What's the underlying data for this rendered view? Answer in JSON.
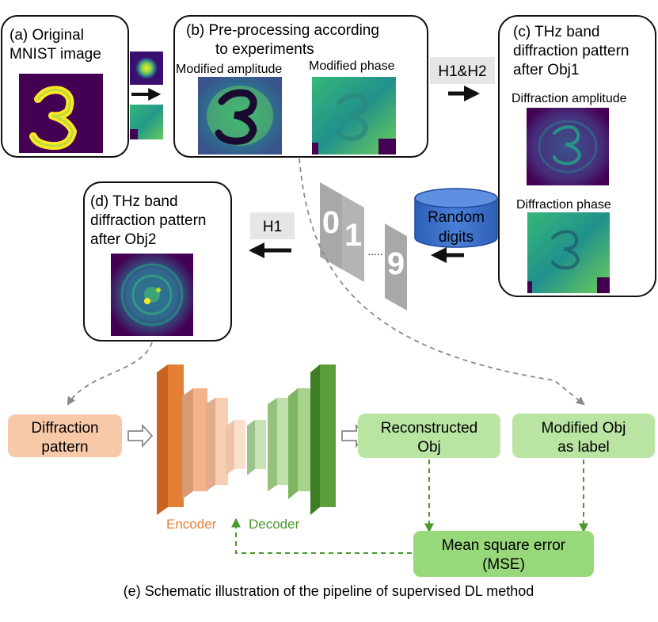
{
  "panels": {
    "a": {
      "line1": "(a) Original",
      "line2": "MNIST image"
    },
    "b": {
      "line1": "(b) Pre-processing according",
      "line2": "to experiments",
      "amp_label": "Modified amplitude",
      "phase_label": "Modified phase"
    },
    "c": {
      "line1": "(c) THz band",
      "line2": "diffraction pattern",
      "line3": "after Obj1",
      "amp_label": "Diffraction amplitude",
      "phase_label": "Diffraction phase"
    },
    "d": {
      "line1": "(d) THz band",
      "line2": "diffraction pattern",
      "line3": "after Obj2"
    }
  },
  "arrows": {
    "h1h2": "H1&H2",
    "h1": "H1"
  },
  "random": {
    "line1": "Random",
    "line2": "digits",
    "cards": [
      "0",
      "1",
      "9"
    ],
    "ellipsis": "....."
  },
  "pipeline": {
    "input": {
      "line1": "Diffraction",
      "line2": "pattern"
    },
    "recon": {
      "line1": "Reconstructed",
      "line2": "Obj"
    },
    "label": {
      "line1": "Modified Obj",
      "line2": "as label"
    },
    "mse": {
      "line1": "Mean square error",
      "line2": "(MSE)"
    },
    "encoder": "Encoder",
    "decoder": "Decoder"
  },
  "caption": "(e) Schematic illustration of the pipeline of supervised DL method",
  "colors": {
    "encoder": "#e57f35",
    "encoder_light": "#f3b48c",
    "decoder": "#5a9e3a",
    "decoder_light": "#b6d9a1",
    "input_box": "#f8c9a9",
    "green_box": "#b9e4a2",
    "mse_box": "#96d87a",
    "viridis_dark": "#440154",
    "viridis_yellow": "#fde725",
    "cylinder": "#3d6fc9",
    "card": "#a8a8a8"
  }
}
